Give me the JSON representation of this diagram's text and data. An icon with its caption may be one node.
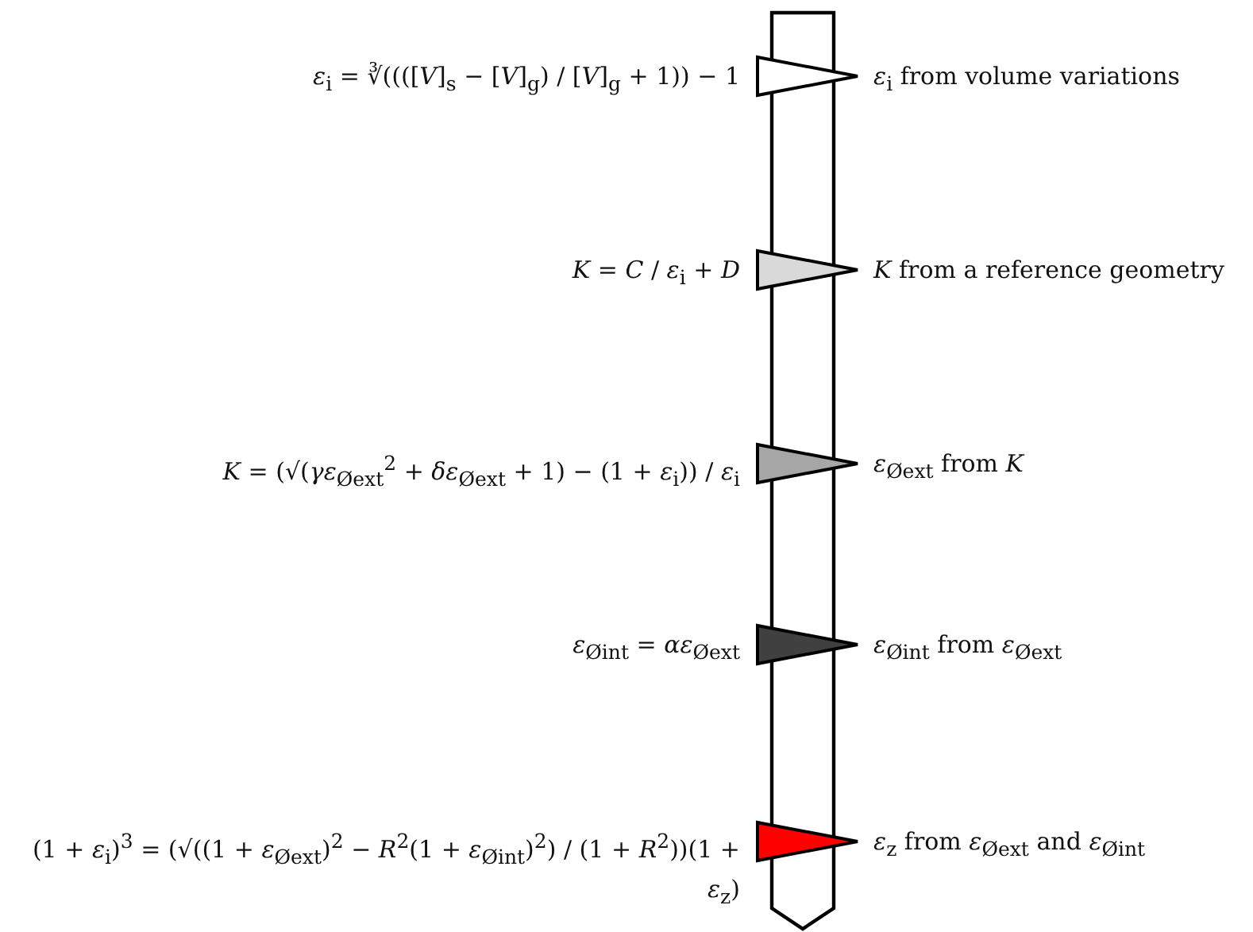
{
  "diagram": {
    "labels": [
      "*ε*$_{i}$ = ∛((([*V*]$_{s}$ − [*V*]$_{g}$) / [*V*]$_{g}$ + 1)) − 1",
      "*ε*$_{i}$ from volume variations",
      "*K* = *C* / *ε*$_{i}$ + *D*",
      "*K* from a reference geometry",
      "*K* = (√(*γε*$_{Øext}$$^{2}$ + *δε*$_{Øext}$ + 1) − (1 + *ε*$_{i}$)) / *ε*$_{i}$",
      "*ε*$_{Øext}$ from *K*",
      "*ε*$_{Øint}$ = *αε*$_{Øext}$",
      "*ε*$_{Øint}$ from *ε*$_{Øext}$",
      "(1 + *ε*$_{i}$)$^{3}$ = (√((1 + *ε*$_{Øext}$)$^{2}$ − *R*$^{2}$(1 + *ε*$_{Øint}$)$^{2}$) / (1 + *R*$^{2}$))(1 + *ε*$_{z}$)",
      "*ε*$_{z}$ from *ε*$_{Øext}$ and *ε*$_{Øint}$"
    ]
  }
}
